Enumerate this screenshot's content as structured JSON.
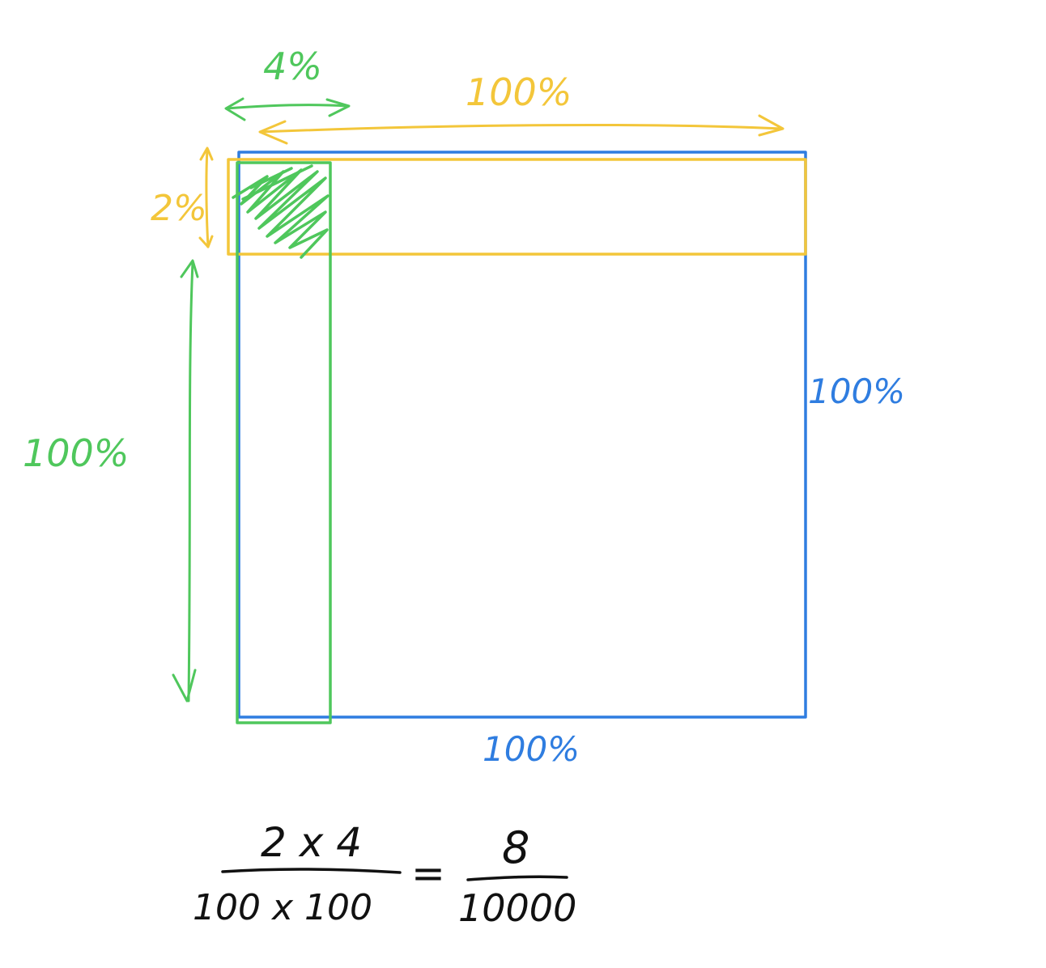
{
  "colors": {
    "blue": "#2f7de0",
    "green": "#4fc75c",
    "yellow": "#f3c63a",
    "ink": "#111111",
    "background": "#ffffff"
  },
  "labels": {
    "green_width": "4%",
    "green_height": "100%",
    "yellow_width": "100%",
    "yellow_height": "2%",
    "blue_right": "100%",
    "blue_bottom": "100%"
  },
  "formula": {
    "lhs_numerator": "2 x 4",
    "lhs_denominator": "100 x 100",
    "equals": "=",
    "rhs_numerator": "8",
    "rhs_denominator": "10000"
  }
}
